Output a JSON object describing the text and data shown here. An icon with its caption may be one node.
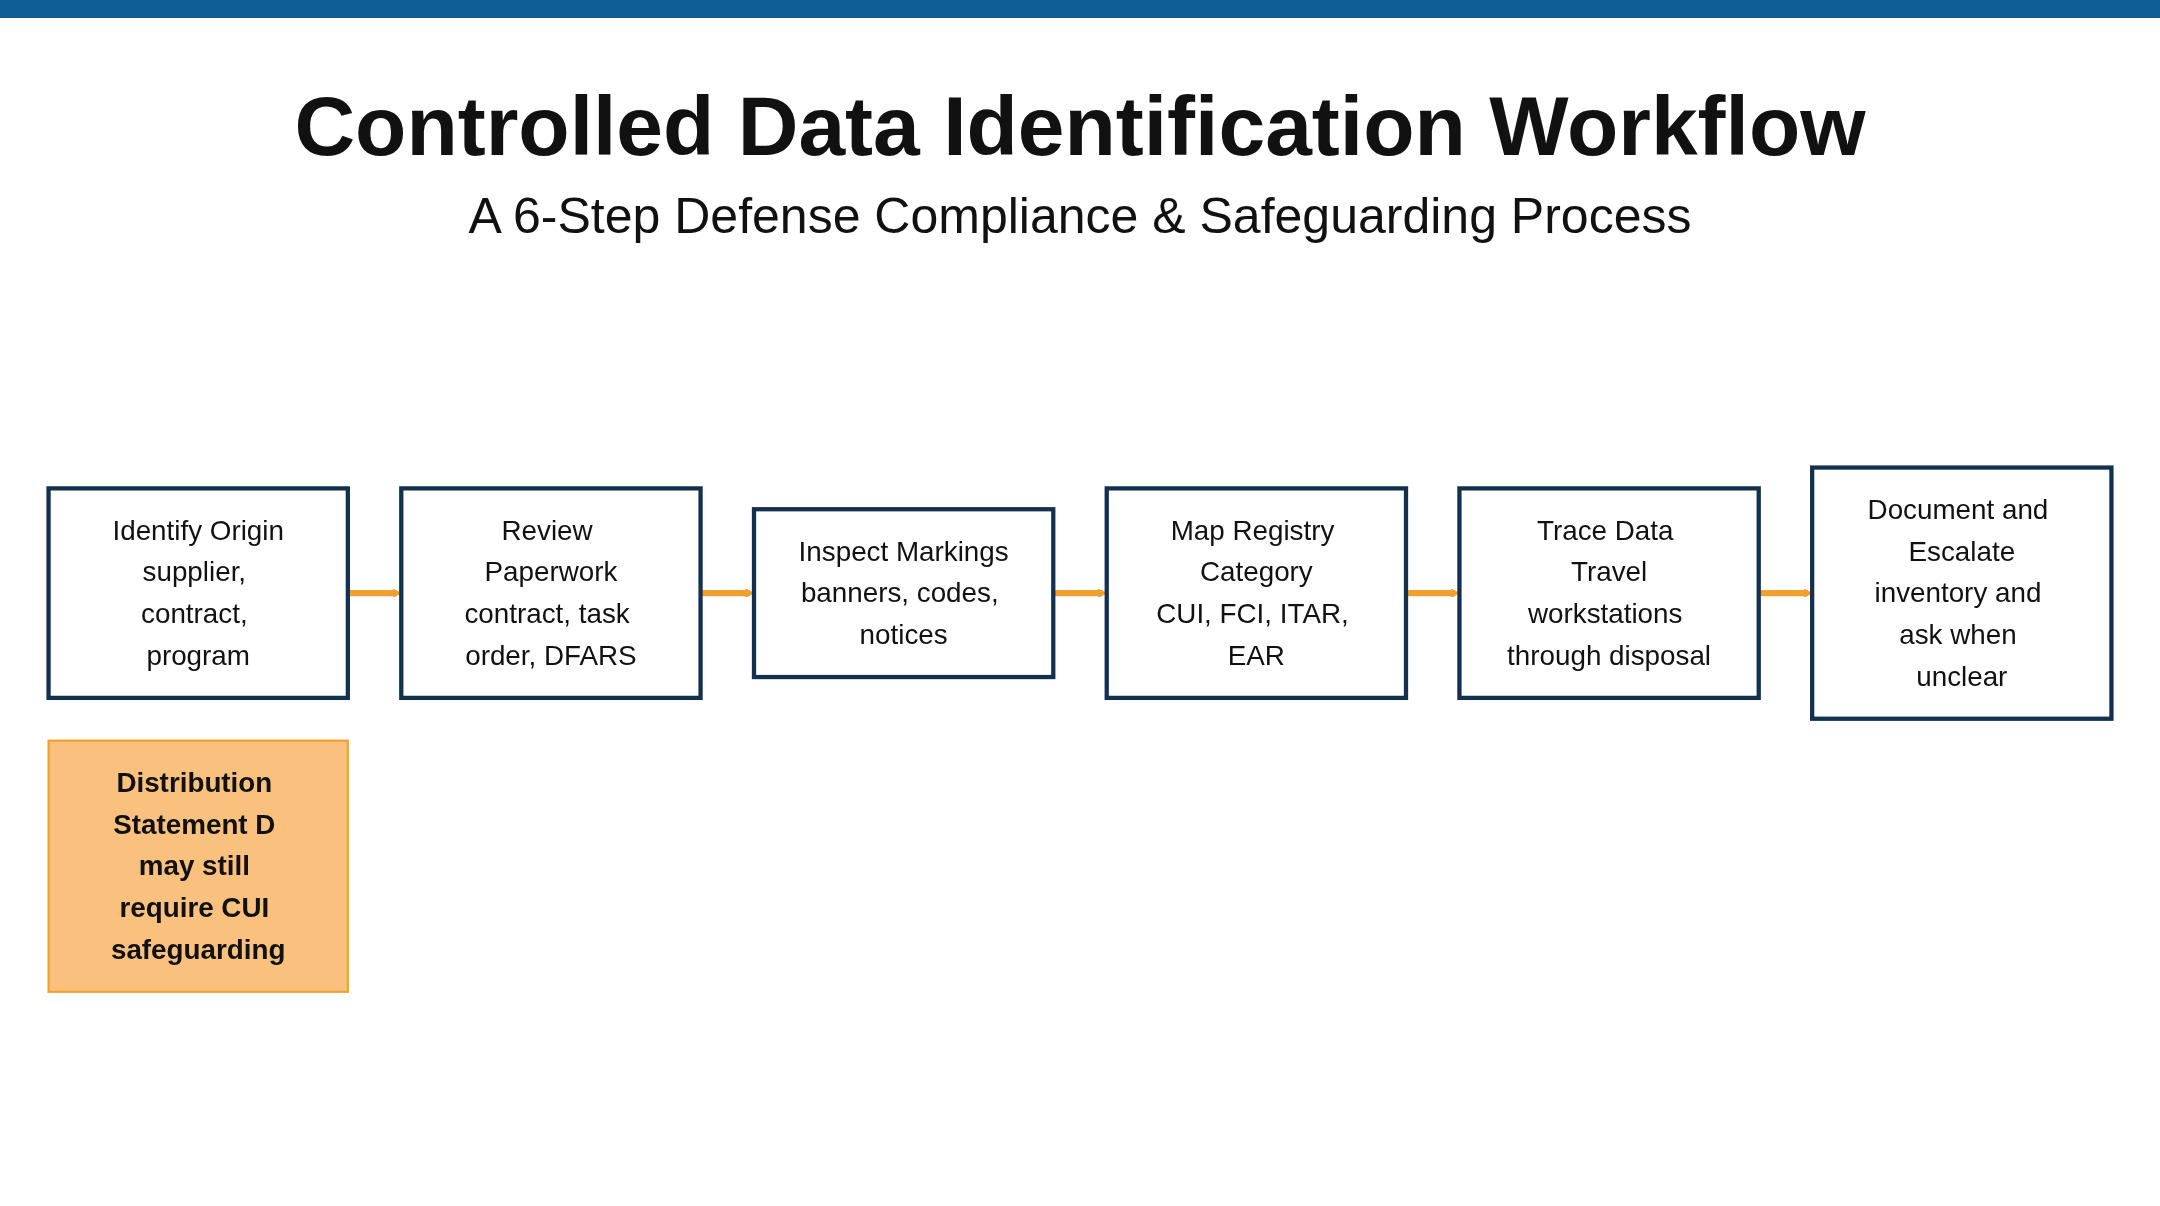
{
  "diagram": {
    "title": "Controlled Data Identification Workflow",
    "nodes": [
      {
        "text": [
          "Identify Origin",
          "supplier, contract, program"
        ]
      },
      {
        "text": [
          "Review Paperwork",
          "contract, task order, DFARS"
        ]
      },
      {
        "text": [
          "Inspect Markings",
          "banners, codes, notices"
        ]
      },
      {
        "text": [
          "Map Registry Category",
          "CUI, FCI, ITAR, EAR"
        ]
      },
      {
        "text": [
          "Trace Data Travel",
          "workstations through disposal"
        ]
      },
      {
        "text": [
          "Document and Escalate",
          "inventory and ask when unclear"
        ]
      },
      {
        "text": [
          "Distribution Statement D may still require CUI safeguarding"
        ]
      }
    ],
    "edges": [
      {
        "from": 0,
        "to": 1,
        "arrow": "to"
      },
      {
        "from": 1,
        "to": 2,
        "arrow": "to"
      },
      {
        "from": 2,
        "to": 3,
        "arrow": "to"
      },
      {
        "from": 3,
        "to": 4,
        "arrow": "to"
      },
      {
        "from": 4,
        "to": 5,
        "arrow": "to"
      }
    ],
    "labels": [
      "A 6-Step Defense Compliance & Safeguarding Process"
    ]
  }
}
